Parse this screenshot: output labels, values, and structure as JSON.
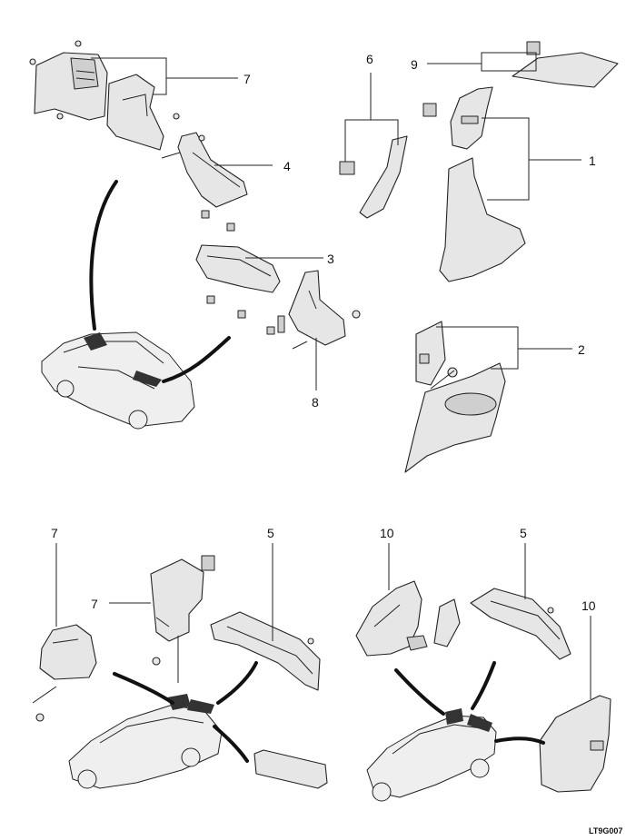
{
  "figure": {
    "code": "LT9G007",
    "callouts": [
      {
        "id": "c7a",
        "text": "7"
      },
      {
        "id": "c4",
        "text": "4"
      },
      {
        "id": "c3",
        "text": "3"
      },
      {
        "id": "c8",
        "text": "8"
      },
      {
        "id": "c6",
        "text": "6"
      },
      {
        "id": "c9",
        "text": "9"
      },
      {
        "id": "c1",
        "text": "1"
      },
      {
        "id": "c2",
        "text": "2"
      },
      {
        "id": "c7b",
        "text": "7"
      },
      {
        "id": "c7c",
        "text": "7"
      },
      {
        "id": "c5a",
        "text": "5"
      },
      {
        "id": "c10a",
        "text": "10"
      },
      {
        "id": "c5b",
        "text": "5"
      },
      {
        "id": "c10b",
        "text": "10"
      }
    ]
  }
}
